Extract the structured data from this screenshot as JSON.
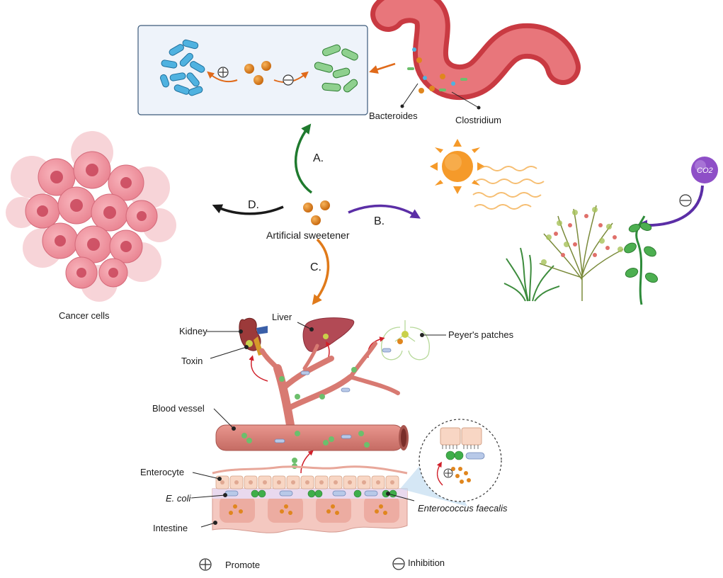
{
  "labels": {
    "bacteroides": "Bacteroides",
    "clostridium": "Clostridium",
    "pathway_a": "A.",
    "pathway_b": "B.",
    "pathway_c": "C.",
    "pathway_d": "D.",
    "sweetener": "Artificial sweetener",
    "cancer_cells": "Cancer cells",
    "kidney": "Kidney",
    "toxin": "Toxin",
    "liver": "Liver",
    "peyers_patches": "Peyer's patches",
    "blood_vessel": "Blood vessel",
    "enterocyte": "Enterocyte",
    "e_coli": "E. coli",
    "enterococcus": "Enterococcus faecalis",
    "intestine": "Intestine",
    "co2": "CO2"
  },
  "legend": {
    "promote": "Promote",
    "inhibition": "Inhibition"
  },
  "colors": {
    "arrow_a": "#1f7a2e",
    "arrow_b": "#5b2ea6",
    "arrow_c": "#e07a1a",
    "arrow_d": "#1a1a1a",
    "sweetener_ball": "#e0861e",
    "inhibit_arrow": "#e06a1a",
    "promote_arrow": "#d0202a",
    "sun": "#f59a2a",
    "co2_ball": "#8e4fc7"
  }
}
